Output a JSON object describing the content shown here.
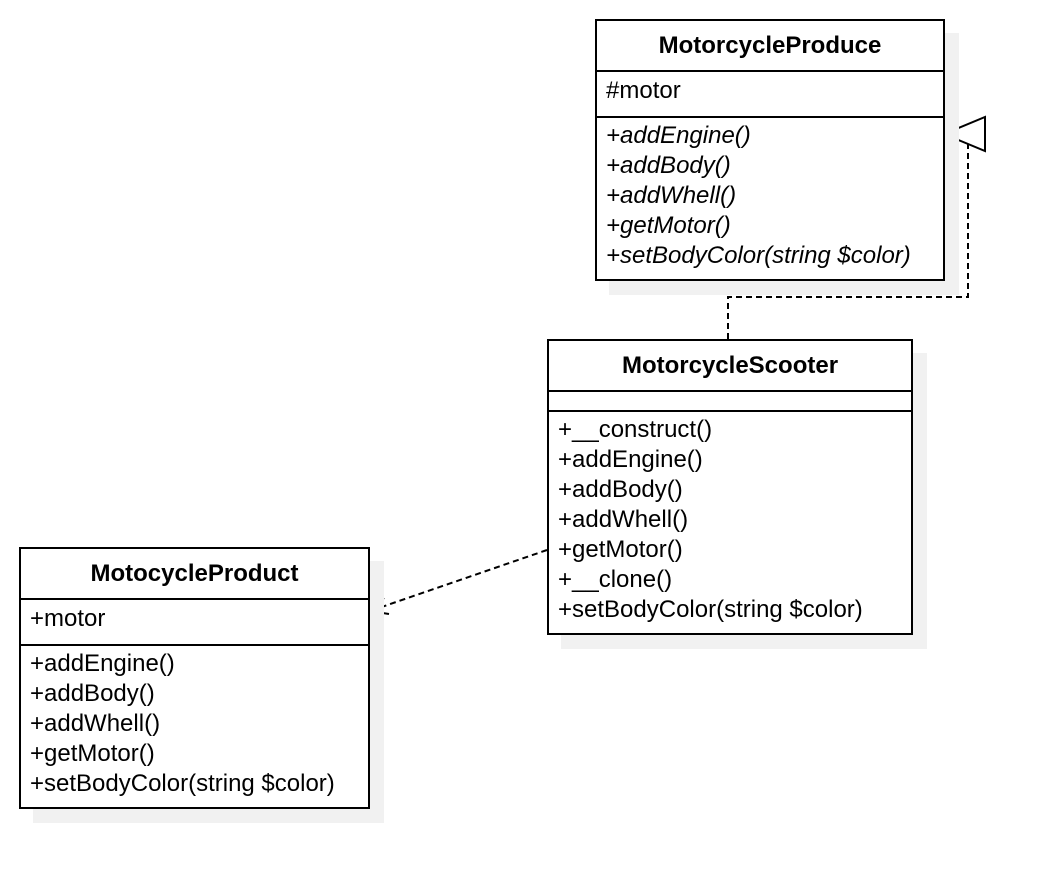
{
  "diagram": {
    "classes": [
      {
        "key": "produce",
        "name": "MotorcycleProduce",
        "attributes": [
          "#motor"
        ],
        "operations": [
          "+addEngine()",
          "+addBody()",
          "+addWhell()",
          "+getMotor()",
          "+setBodyColor(string $color)"
        ],
        "abstract_operations": true
      },
      {
        "key": "scooter",
        "name": "MotorcycleScooter",
        "attributes": [],
        "operations": [
          "+__construct()",
          "+addEngine()",
          "+addBody()",
          "+addWhell()",
          "+getMotor()",
          "+__clone()",
          "+setBodyColor(string $color)"
        ],
        "abstract_operations": false
      },
      {
        "key": "product",
        "name": "MotocycleProduct",
        "attributes": [
          "+motor"
        ],
        "operations": [
          "+addEngine()",
          "+addBody()",
          "+addWhell()",
          "+getMotor()",
          "+setBodyColor(string $color)"
        ],
        "abstract_operations": false
      }
    ],
    "relations": [
      {
        "from": "MotorcycleScooter",
        "to": "MotorcycleProduce",
        "type": "realization"
      },
      {
        "from": "MotorcycleScooter",
        "to": "MotocycleProduct",
        "type": "dependency"
      }
    ]
  }
}
